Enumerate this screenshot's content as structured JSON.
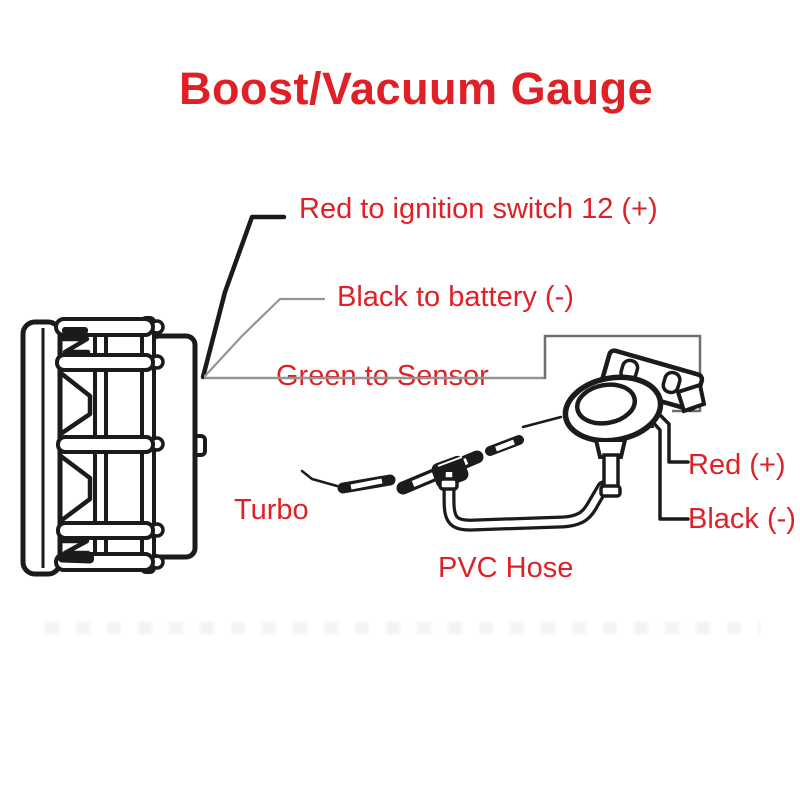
{
  "title": "Boost/Vacuum Gauge",
  "labels": {
    "ignition": "Red to ignition switch 12 (+)",
    "battery": "Black to battery (-)",
    "sensor_wire": "Green to Sensor",
    "turbo": "Turbo",
    "pvc_hose": "PVC Hose",
    "sensor_red": "Red (+)",
    "sensor_black": "Black (-)"
  },
  "colors": {
    "label_red": "#df2127",
    "line_black": "#1b1b1b",
    "leader_gray": "#949494"
  },
  "diagram_parts": [
    "boost-gauge-side-view",
    "gauge-wire-leaders",
    "turbo-inlet-line",
    "inline-hose-segment",
    "t-fitting",
    "hose-connector",
    "pvc-hose",
    "pressure-sensor",
    "sensor-mounting-bracket",
    "sensor-wire-leaders"
  ]
}
